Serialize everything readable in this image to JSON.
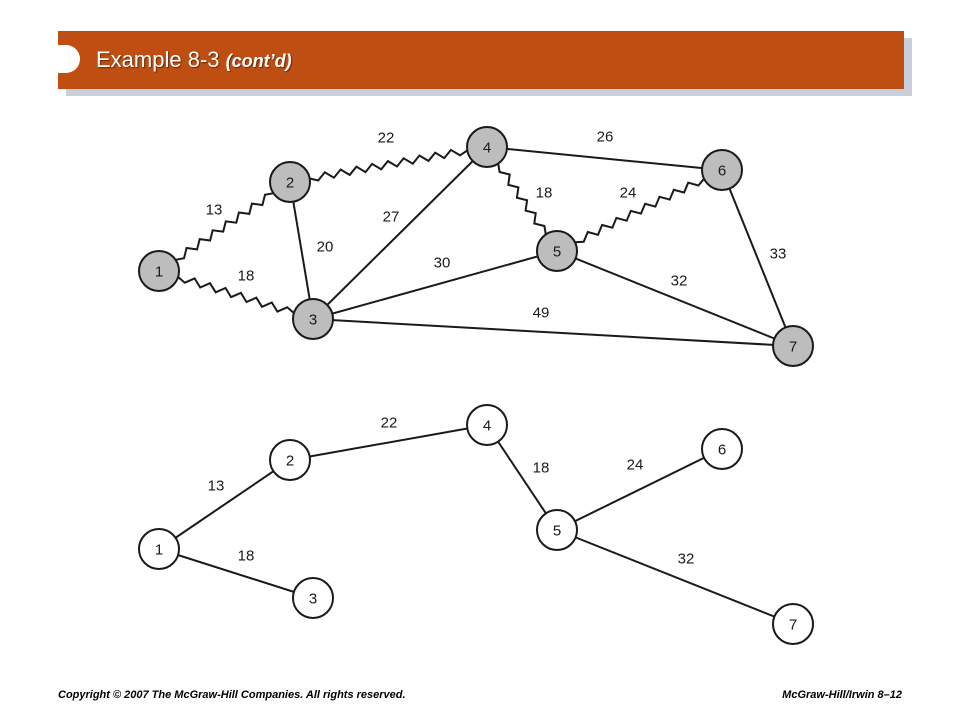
{
  "title": {
    "main": "Example 8-3",
    "sub": "(cont’d)"
  },
  "colors": {
    "header": "#bf4e13",
    "node_fill_gray": "#bdbdbd",
    "node_fill_white": "#ffffff"
  },
  "network": {
    "nodes": [
      {
        "id": "1"
      },
      {
        "id": "2"
      },
      {
        "id": "3"
      },
      {
        "id": "4"
      },
      {
        "id": "5"
      },
      {
        "id": "6"
      },
      {
        "id": "7"
      }
    ],
    "edges": [
      {
        "from": "1",
        "to": "2",
        "weight": "13",
        "in_tree": true
      },
      {
        "from": "1",
        "to": "3",
        "weight": "18",
        "in_tree": true
      },
      {
        "from": "2",
        "to": "4",
        "weight": "22",
        "in_tree": true
      },
      {
        "from": "2",
        "to": "3",
        "weight": "20",
        "in_tree": false
      },
      {
        "from": "3",
        "to": "4",
        "weight": "27",
        "in_tree": false
      },
      {
        "from": "3",
        "to": "5",
        "weight": "30",
        "in_tree": false
      },
      {
        "from": "3",
        "to": "7",
        "weight": "49",
        "in_tree": false
      },
      {
        "from": "4",
        "to": "6",
        "weight": "26",
        "in_tree": false
      },
      {
        "from": "4",
        "to": "5",
        "weight": "18",
        "in_tree": true
      },
      {
        "from": "5",
        "to": "6",
        "weight": "24",
        "in_tree": true
      },
      {
        "from": "5",
        "to": "7",
        "weight": "32",
        "in_tree": false
      },
      {
        "from": "6",
        "to": "7",
        "weight": "33",
        "in_tree": false
      }
    ]
  },
  "tree": {
    "nodes": [
      {
        "id": "1"
      },
      {
        "id": "2"
      },
      {
        "id": "3"
      },
      {
        "id": "4"
      },
      {
        "id": "5"
      },
      {
        "id": "6"
      },
      {
        "id": "7"
      }
    ],
    "edges": [
      {
        "from": "1",
        "to": "2",
        "weight": "13"
      },
      {
        "from": "1",
        "to": "3",
        "weight": "18"
      },
      {
        "from": "2",
        "to": "4",
        "weight": "22"
      },
      {
        "from": "4",
        "to": "5",
        "weight": "18"
      },
      {
        "from": "5",
        "to": "6",
        "weight": "24"
      },
      {
        "from": "5",
        "to": "7",
        "weight": "32"
      }
    ]
  },
  "footer": {
    "left": "Copyright © 2007 The McGraw-Hill Companies. All rights reserved.",
    "right": "McGraw-Hill/Irwin   8–12"
  }
}
